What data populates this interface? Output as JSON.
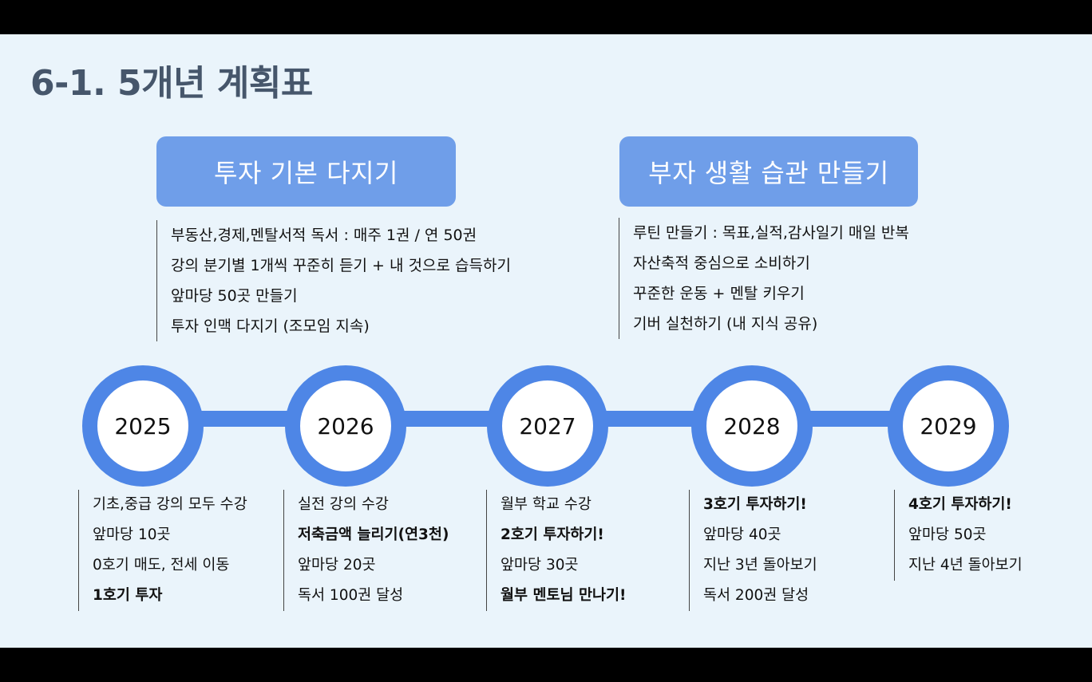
{
  "title": "6-1. 5개년 계획표",
  "colors": {
    "accent": "#4e86e6",
    "box": "#6f9ee9",
    "title": "#46566b",
    "background": "#eaf4fb"
  },
  "phases": [
    {
      "label": "투자 기본 다지기",
      "items": [
        "부동산,경제,멘탈서적 독서 : 매주 1권 / 연 50권",
        "강의 분기별 1개씩 꾸준히 듣기 + 내 것으로 습득하기",
        "앞마당 50곳 만들기",
        "투자 인맥 다지기 (조모임 지속)"
      ]
    },
    {
      "label": "부자 생활 습관 만들기",
      "items": [
        "루틴 만들기 : 목표,실적,감사일기 매일 반복",
        "자산축적 중심으로 소비하기",
        "꾸준한 운동 + 멘탈 키우기",
        "기버 실천하기 (내 지식 공유)"
      ]
    }
  ],
  "years": [
    {
      "year": "2025",
      "items": [
        {
          "text": "기초,중급 강의 모두 수강",
          "bold": false
        },
        {
          "text": "앞마당 10곳",
          "bold": false
        },
        {
          "text": "0호기 매도, 전세 이동",
          "bold": false
        },
        {
          "text": "1호기 투자",
          "bold": true
        }
      ]
    },
    {
      "year": "2026",
      "items": [
        {
          "text": "실전 강의 수강",
          "bold": false
        },
        {
          "text": "저축금액 늘리기(연3천)",
          "bold": true
        },
        {
          "text": "앞마당 20곳",
          "bold": false
        },
        {
          "text": "독서 100권 달성",
          "bold": false
        }
      ]
    },
    {
      "year": "2027",
      "items": [
        {
          "text": "월부 학교 수강",
          "bold": false
        },
        {
          "text": "2호기 투자하기!",
          "bold": true
        },
        {
          "text": "앞마당 30곳",
          "bold": false
        },
        {
          "text": "월부 멘토님 만나기!",
          "bold": true
        }
      ]
    },
    {
      "year": "2028",
      "items": [
        {
          "text": "3호기 투자하기!",
          "bold": true
        },
        {
          "text": "앞마당 40곳",
          "bold": false
        },
        {
          "text": "지난 3년 돌아보기",
          "bold": false
        },
        {
          "text": "독서 200권 달성",
          "bold": false
        }
      ]
    },
    {
      "year": "2029",
      "items": [
        {
          "text": "4호기 투자하기!",
          "bold": true
        },
        {
          "text": "앞마당 50곳",
          "bold": false
        },
        {
          "text": "지난 4년 돌아보기",
          "bold": false
        }
      ]
    }
  ]
}
